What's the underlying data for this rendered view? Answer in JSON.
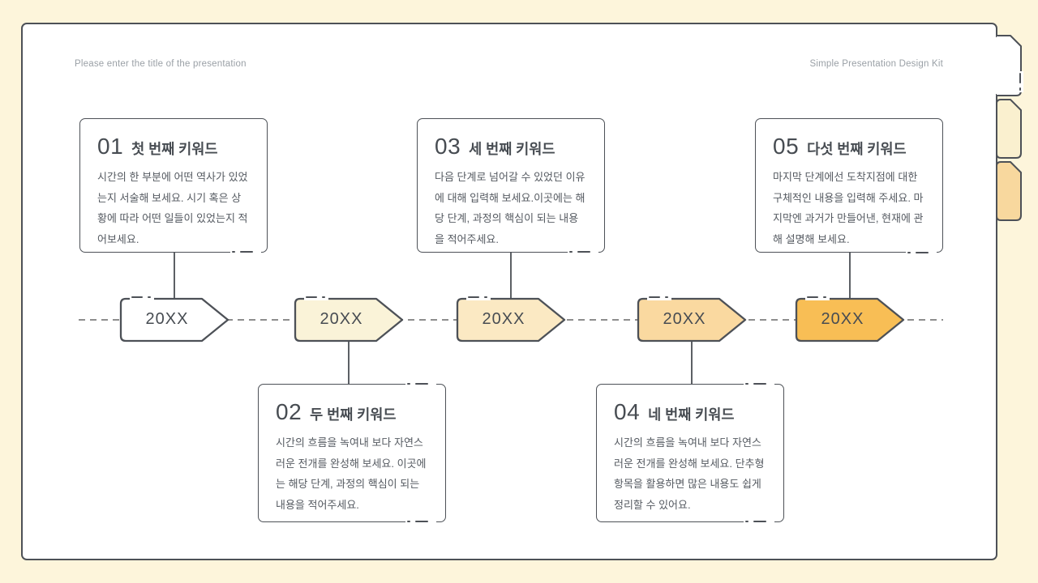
{
  "header": {
    "left": "Please enter the title of the presentation",
    "right": "Simple Presentation Design Kit"
  },
  "cards": [
    {
      "number": "01",
      "title": "첫 번째 키워드",
      "body": "시간의 한 부분에 어떤 역사가 있었는지 서술해 보세요. 시기 혹은 상황에 따라 어떤 일들이 있었는지 적어보세요."
    },
    {
      "number": "02",
      "title": "두 번째 키워드",
      "body": "시간의 흐름을 녹여내 보다 자연스러운 전개를 완성해 보세요. 이곳에는 해당 단계, 과정의 핵심이 되는 내용을 적어주세요."
    },
    {
      "number": "03",
      "title": "세 번째 키워드",
      "body": "다음 단계로 넘어갈 수 있었던 이유에 대해 입력해 보세요.이곳에는 해당 단계, 과정의 핵심이 되는 내용을 적어주세요."
    },
    {
      "number": "04",
      "title": "네 번째 키워드",
      "body": "시간의 흐름을 녹여내 보다 자연스러운 전개를 완성해 보세요. 단추형 항목을 활용하면 많은 내용도 쉽게 정리할 수 있어요."
    },
    {
      "number": "05",
      "title": "다섯 번째 키워드",
      "body": "마지막 단계에선 도착지점에 대한 구체적인 내용을 입력해 주세요. 마지막엔 과거가 만들어낸, 현재에 관해 설명해 보세요."
    }
  ],
  "timeline": {
    "milestones": [
      {
        "label": "20XX",
        "color": "#FFFFFF"
      },
      {
        "label": "20XX",
        "color": "#FAF3D8"
      },
      {
        "label": "20XX",
        "color": "#FBE9C3"
      },
      {
        "label": "20XX",
        "color": "#FAD9A0"
      },
      {
        "label": "20XX",
        "color": "#F8BE55"
      }
    ]
  },
  "side_tabs": [
    {
      "name": "tab-white",
      "color": "#FFFFFF"
    },
    {
      "name": "tab-cream",
      "color": "#FAF0CF"
    },
    {
      "name": "tab-orange",
      "color": "#F8D89E"
    }
  ],
  "colors": {
    "background": "#FDF5DB",
    "panel": "#FFFFFF",
    "border": "#4D5157",
    "text_dark": "#474C52",
    "text_body": "#555A61",
    "text_header": "#9AA0A6",
    "dash_line": "#8E8E8E",
    "connector": "#5C6065"
  }
}
